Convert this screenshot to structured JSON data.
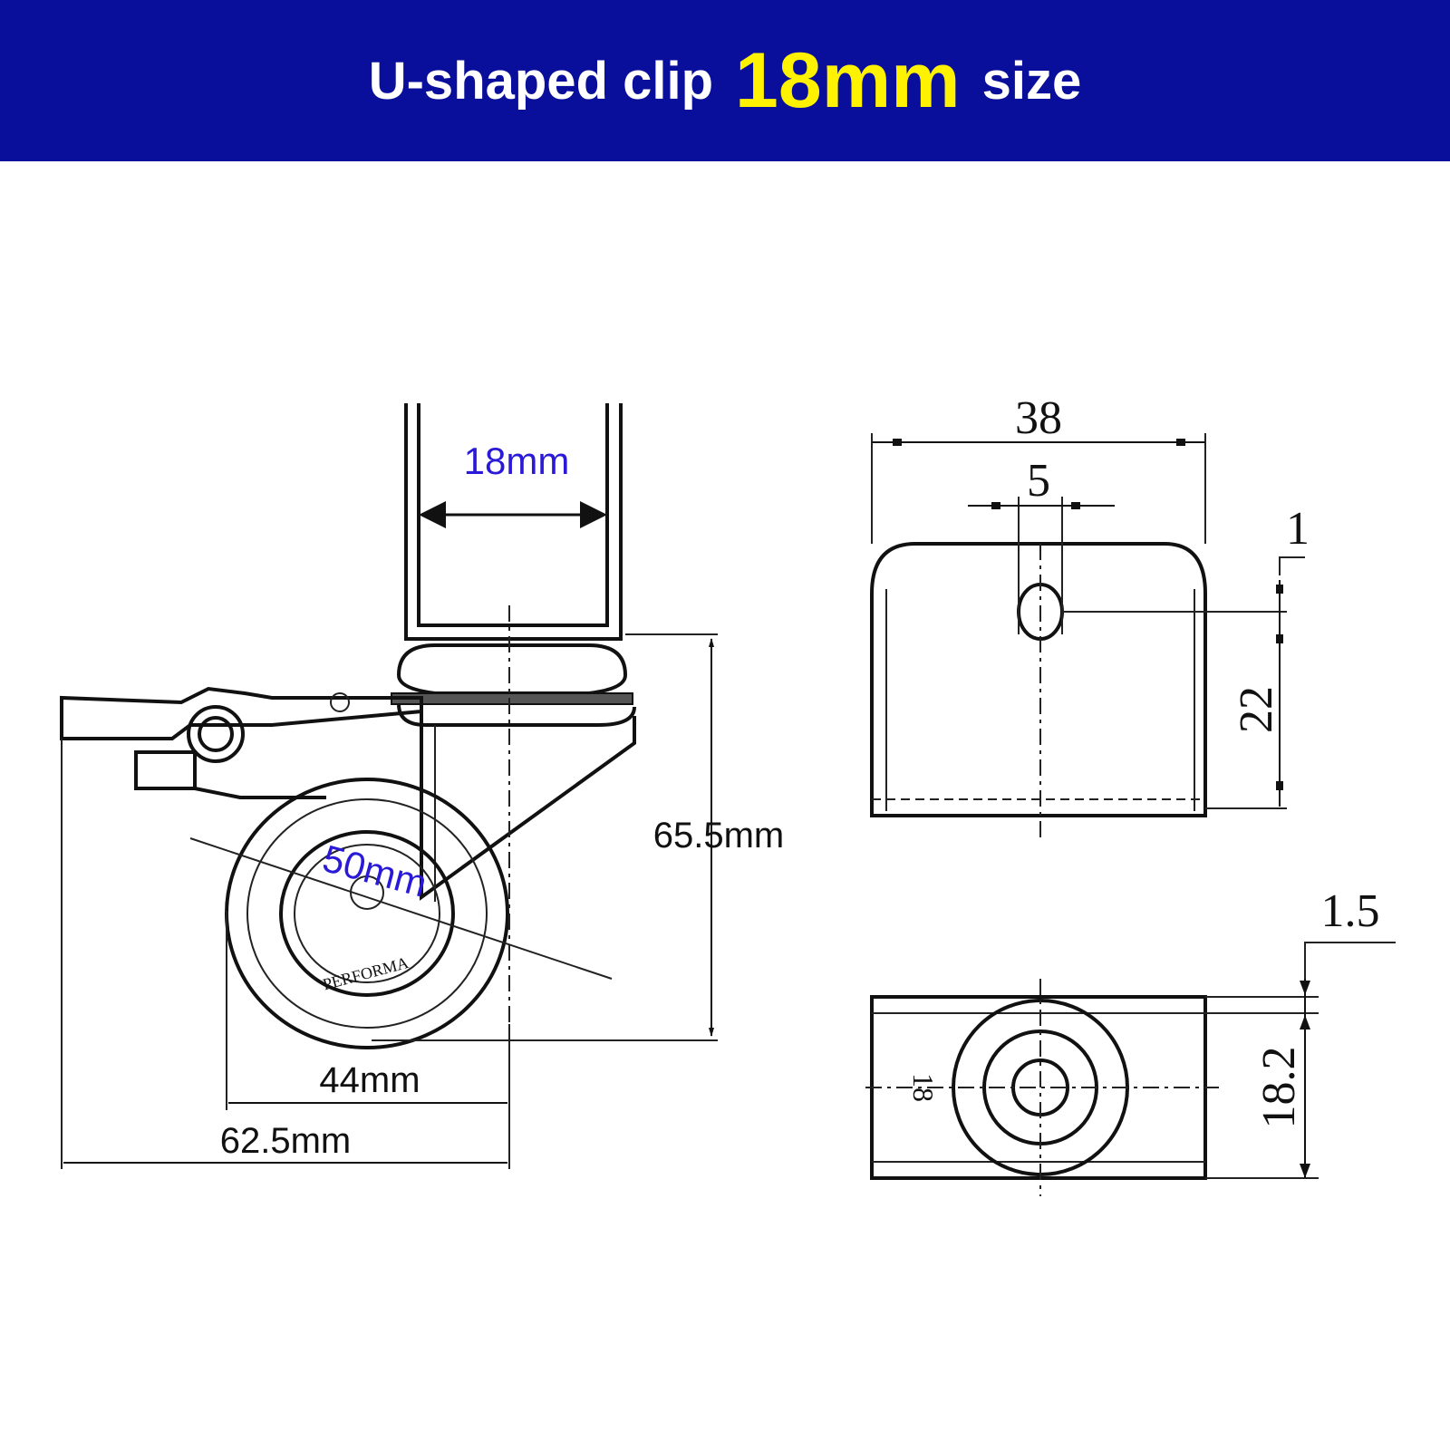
{
  "banner": {
    "title_prefix": "U-shaped clip",
    "title_highlight": "18mm",
    "title_suffix": "size",
    "background_color": "#0a0f9b",
    "highlight_color": "#fff200"
  },
  "side_view": {
    "clip_width_label": "18mm",
    "wheel_diameter_label": "50mm",
    "height_label": "65.5mm",
    "wheel_width_label": "44mm",
    "overall_length_label": "62.5mm",
    "wheel_text": "PERFORMA"
  },
  "front_view": {
    "width_label": "38",
    "hole_label": "5",
    "offset_label": "1",
    "height_label": "22"
  },
  "top_view": {
    "thickness_label": "1.5",
    "inner_label": "18",
    "outer_label": "18.2"
  },
  "colors": {
    "accent_blue": "#2a1ad8"
  }
}
